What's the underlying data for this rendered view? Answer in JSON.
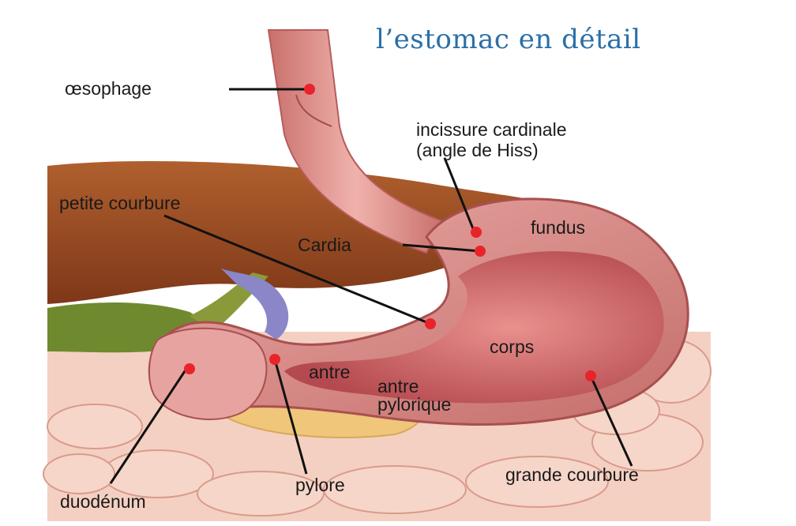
{
  "title": "l’estomac en détail",
  "labels": {
    "oesophage": "œsophage",
    "incissure_1": "incissure cardinale",
    "incissure_2": "(angle de Hiss)",
    "petite_courbure": "petite courbure",
    "cardia": "Cardia",
    "fundus": "fundus",
    "corps": "corps",
    "antre": "antre",
    "antre_pylorique_1": "antre",
    "antre_pylorique_2": "pylorique",
    "duodenum": "duodénum",
    "pylore": "pylore",
    "grande_courbure": "grande courbure"
  },
  "colors": {
    "title": "#2a6fa8",
    "marker": "#e8242a",
    "leader": "#111111",
    "liver": "#9b4a22",
    "stomach": "#d98a88",
    "gallbladder": "#6f8a2e",
    "intestine": "#f2c7b8"
  }
}
